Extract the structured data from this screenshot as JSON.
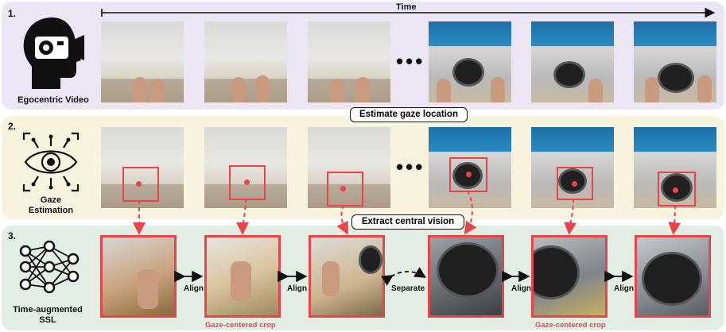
{
  "steps": {
    "one": "1.",
    "two": "2.",
    "three": "3."
  },
  "timeline": {
    "label": "Time"
  },
  "sidebar": {
    "step1": "Egocentric Video",
    "step2_line1": "Gaze",
    "step2_line2": "Estimation",
    "step3_line1": "Time-augmented",
    "step3_line2": "SSL"
  },
  "labels": {
    "estimate_gaze": "Estimate gaze location",
    "extract_vision": "Extract central vision",
    "align": "Align",
    "separate": "Separate",
    "gaze_crop": "Gaze-centered crop"
  },
  "ellipsis": "•••",
  "colors": {
    "accent_red": "#e8454a",
    "band1": "#ece6f4",
    "band2": "#f7f3df",
    "band3": "#e2eee4"
  },
  "icons": [
    "head-camera-icon",
    "eye-circuit-icon",
    "neural-network-icon"
  ]
}
